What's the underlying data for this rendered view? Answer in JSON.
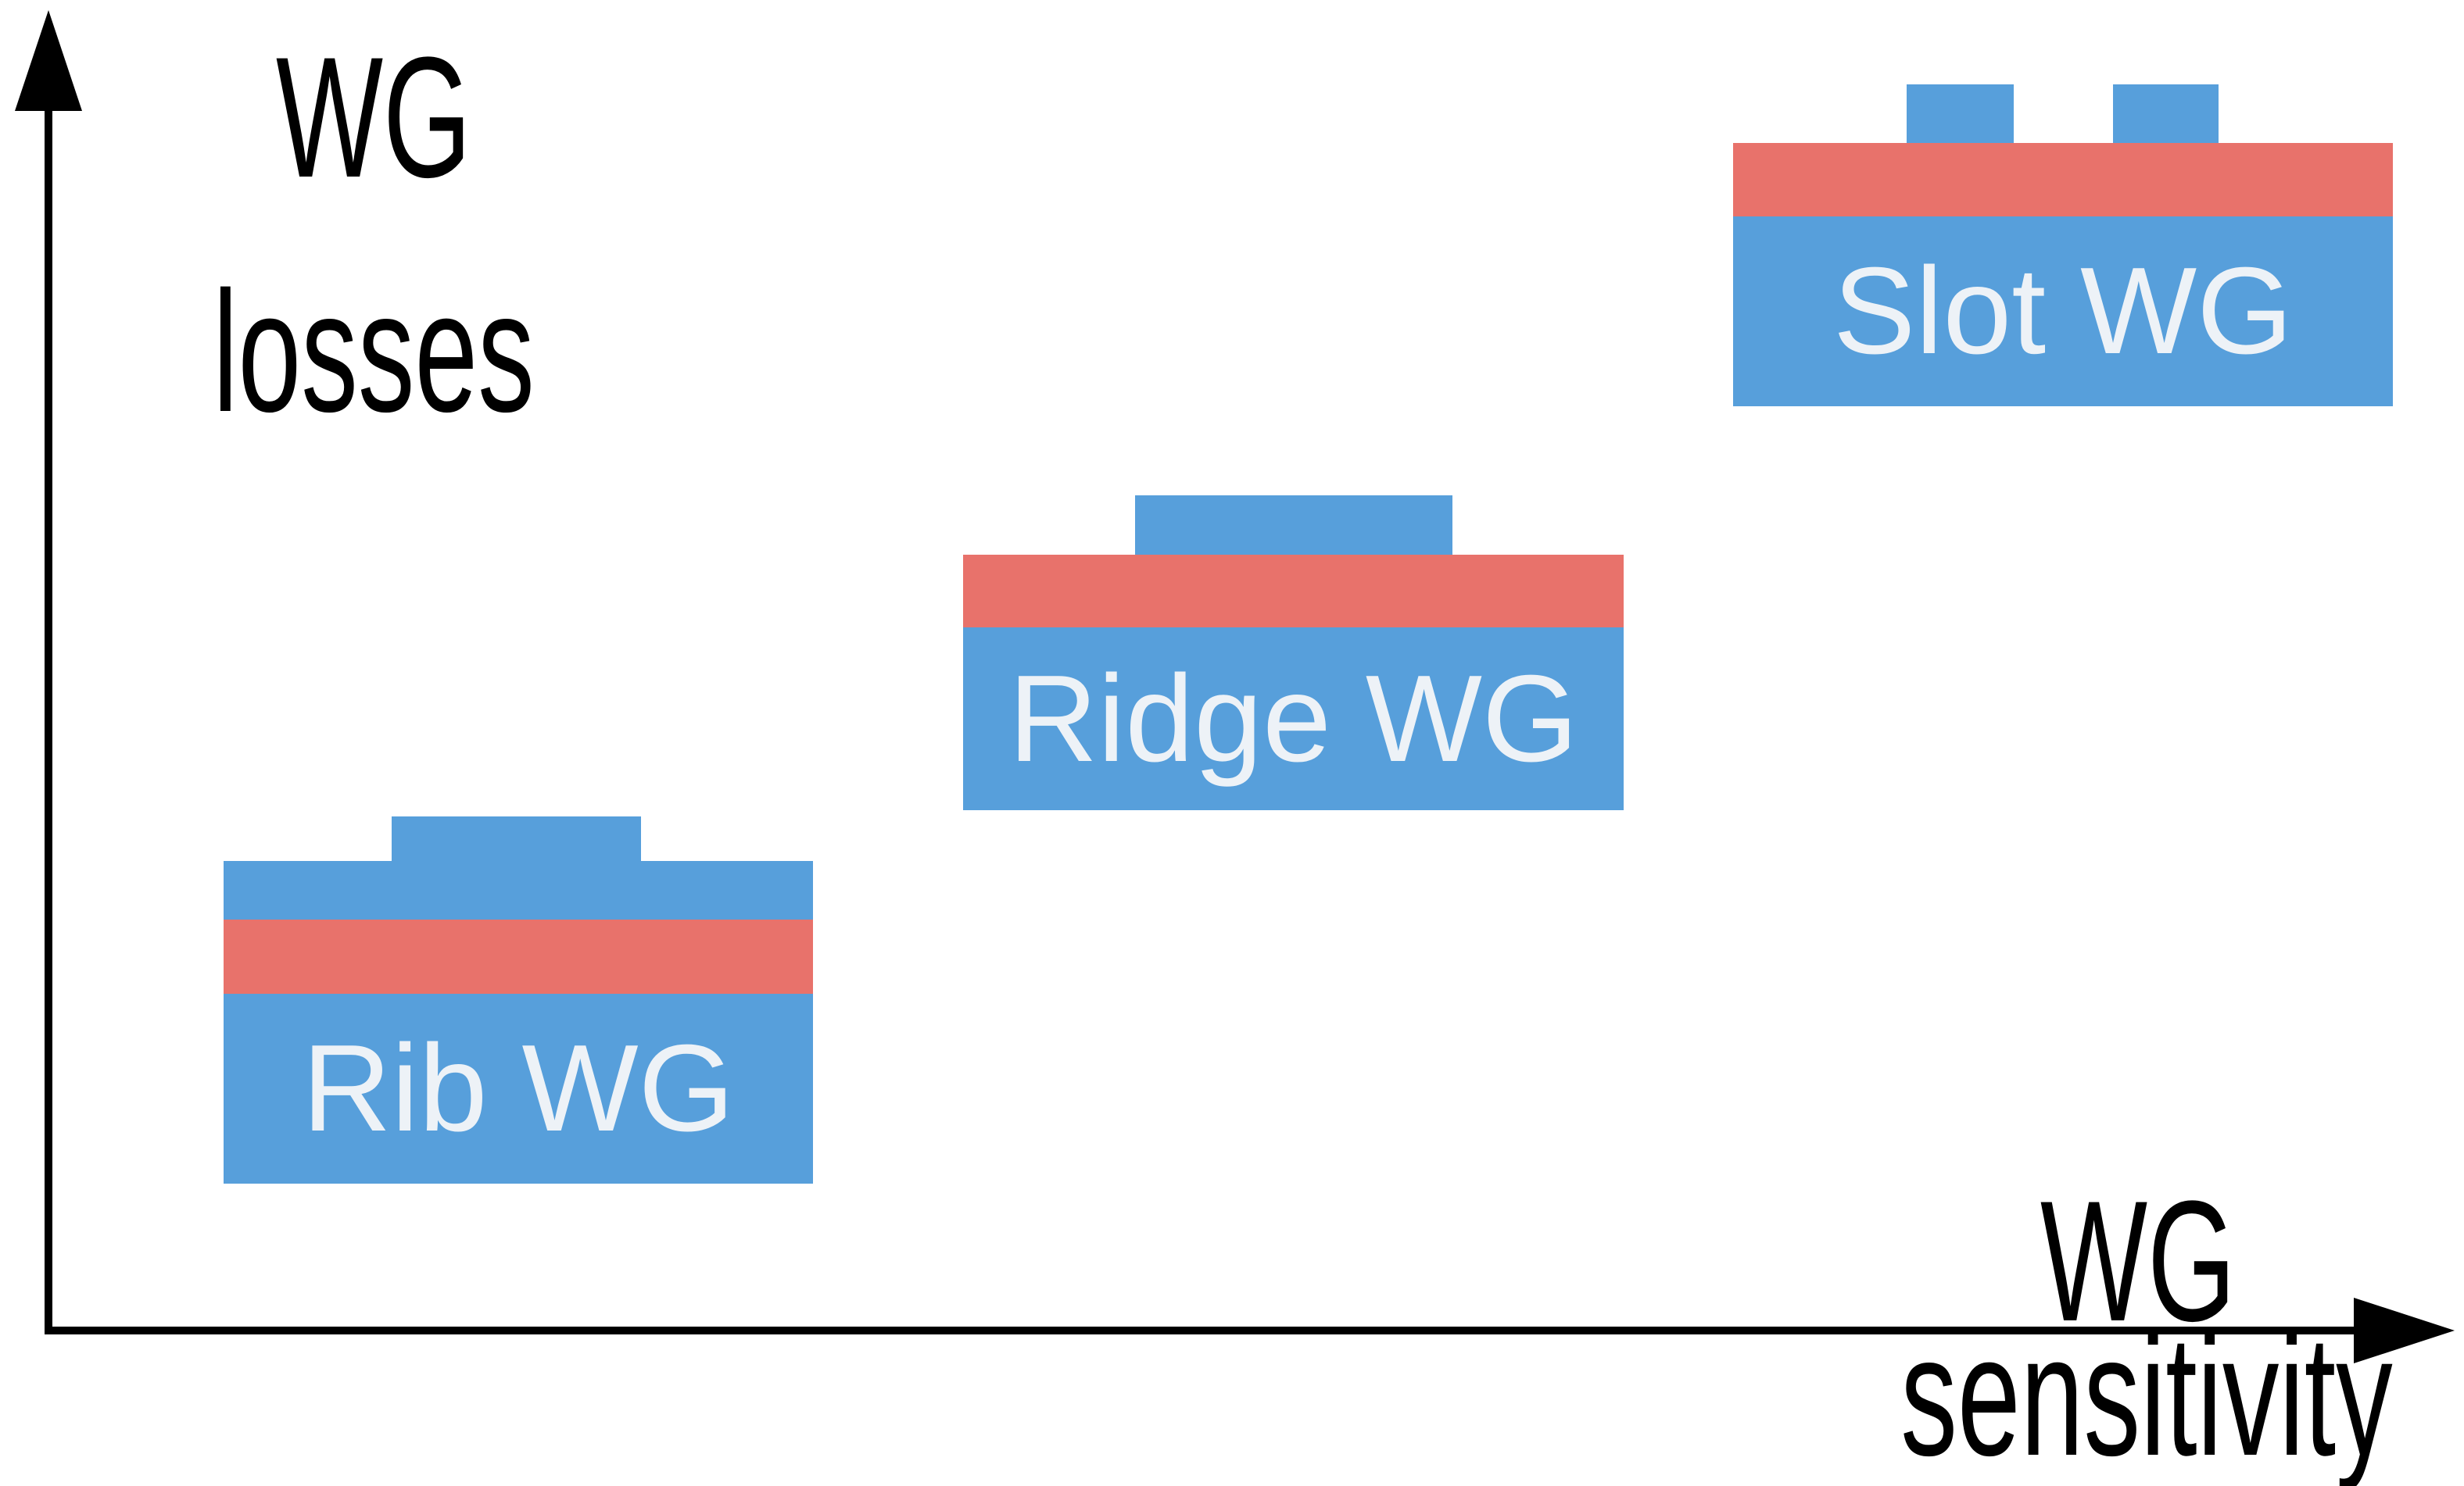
{
  "figure": {
    "background_color": "#FFFFFF",
    "axis_color": "#000000",
    "y_axis": {
      "label_line1": "WG",
      "label_line2": "losses"
    },
    "x_axis": {
      "label_line1": "WG",
      "label_line2": "sensitivity"
    },
    "colors": {
      "waveguide_blue": "#579FDB",
      "cladding_red": "#E8726B",
      "label_text": "#EDF2F7"
    },
    "waveguides": [
      {
        "label": "Rib WG"
      },
      {
        "label": "Ridge WG"
      },
      {
        "label": "Slot WG"
      }
    ]
  }
}
